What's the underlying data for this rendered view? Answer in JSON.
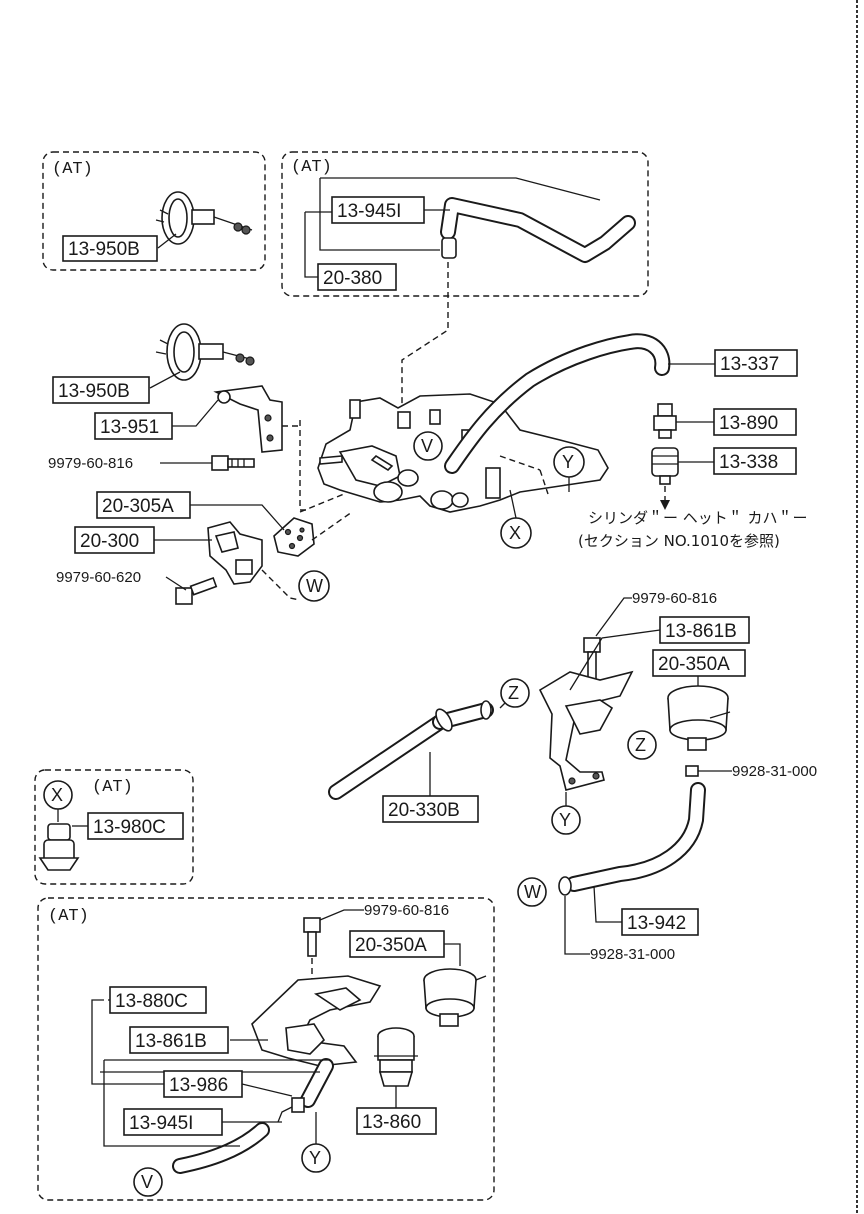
{
  "parts": {
    "p13_950B_at": "13-950B",
    "p13_9451_at": "13-945I",
    "p20_380": "20-380",
    "p13_950B": "13-950B",
    "p13_951": "13-951",
    "p20_305A": "20-305A",
    "p20_300": "20-300",
    "p13_337": "13-337",
    "p13_890": "13-890",
    "p13_338": "13-338",
    "p13_861B": "13-861B",
    "p20_350A": "20-350A",
    "p20_330B": "20-330B",
    "p13_942": "13-942",
    "p13_980C": "13-980C",
    "p20_350A_at": "20-350A",
    "p13_880C": "13-880C",
    "p13_861B_at": "13-861B",
    "p13_986": "13-986",
    "p13_9451_bottom": "13-945I",
    "p13_860": "13-860"
  },
  "bolts": {
    "b9979_60_816_a": "9979-60-816",
    "b9979_60_620": "9979-60-620",
    "b9979_60_816_b": "9979-60-816",
    "b9928_31_000_a": "9928-31-000",
    "b9928_31_000_b": "9928-31-000",
    "b9979_60_816_c": "9979-60-816"
  },
  "markers": {
    "V": "V",
    "W": "W",
    "X": "X",
    "Y": "Y",
    "Z": "Z"
  },
  "at_label": "(AT)",
  "note": {
    "line1": "シリンダ＂ー ヘット＂ カハ＂ー",
    "line2": "(セクション NO.1010を参照)"
  }
}
